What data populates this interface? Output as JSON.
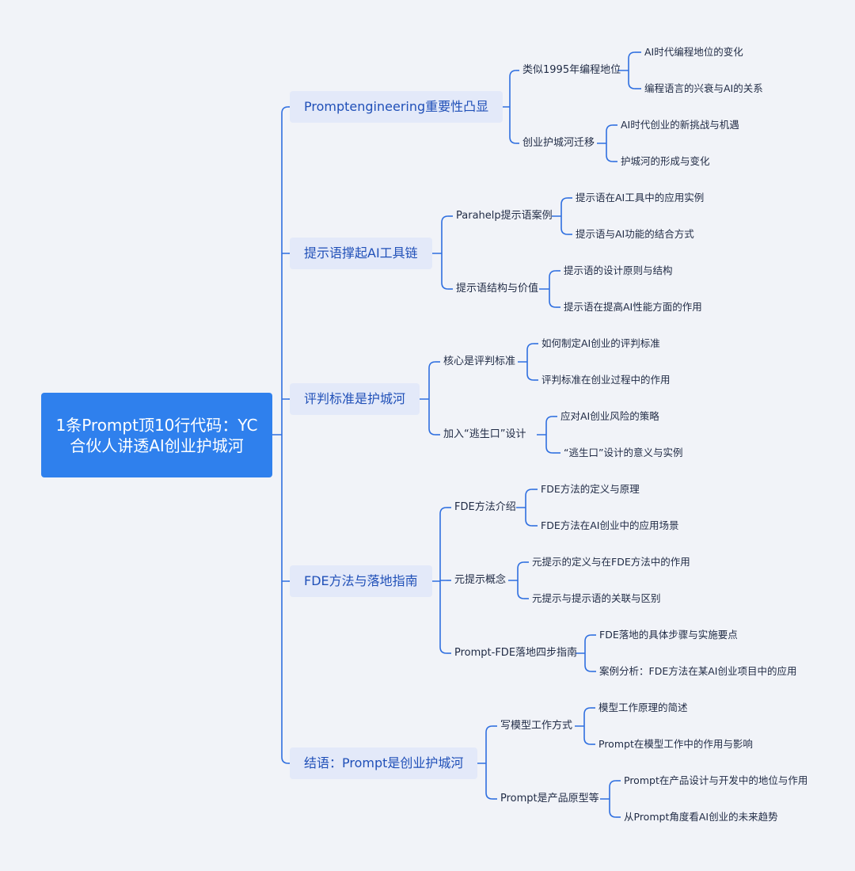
{
  "mindmap": {
    "root": "1条Prompt顶10行代码：YC合伙人讲透AI创业护城河",
    "branches": [
      {
        "label": "Promptengineering重要性凸显",
        "children": [
          {
            "label": "类似1995年编程地位",
            "children": [
              "AI时代编程地位的变化",
              "编程语言的兴衰与AI的关系"
            ]
          },
          {
            "label": "创业护城河迁移",
            "children": [
              "AI时代创业的新挑战与机遇",
              "护城河的形成与变化"
            ]
          }
        ]
      },
      {
        "label": "提示语撑起AI工具链",
        "children": [
          {
            "label": "Parahelp提示语案例",
            "children": [
              "提示语在AI工具中的应用实例",
              "提示语与AI功能的结合方式"
            ]
          },
          {
            "label": "提示语结构与价值",
            "children": [
              "提示语的设计原则与结构",
              "提示语在提高AI性能方面的作用"
            ]
          }
        ]
      },
      {
        "label": "评判标准是护城河",
        "children": [
          {
            "label": "核心是评判标准",
            "children": [
              "如何制定AI创业的评判标准",
              "评判标准在创业过程中的作用"
            ]
          },
          {
            "label": "加入“逃生口”设计",
            "children": [
              "应对AI创业风险的策略",
              "“逃生口”设计的意义与实例"
            ]
          }
        ]
      },
      {
        "label": "FDE方法与落地指南",
        "children": [
          {
            "label": "FDE方法介绍",
            "children": [
              "FDE方法的定义与原理",
              "FDE方法在AI创业中的应用场景"
            ]
          },
          {
            "label": "元提示概念",
            "children": [
              "元提示的定义与在FDE方法中的作用",
              "元提示与提示语的关联与区别"
            ]
          },
          {
            "label": "Prompt-FDE落地四步指南",
            "children": [
              "FDE落地的具体步骤与实施要点",
              "案例分析：FDE方法在某AI创业项目中的应用"
            ]
          }
        ]
      },
      {
        "label": "结语：Prompt是创业护城河",
        "children": [
          {
            "label": "写模型工作方式",
            "children": [
              "模型工作原理的简述",
              "Prompt在模型工作中的作用与影响"
            ]
          },
          {
            "label": "Prompt是产品原型等",
            "children": [
              "Prompt在产品设计与开发中的地位与作用",
              "从Prompt角度看AI创业的未来趋势"
            ]
          }
        ]
      }
    ]
  },
  "colors": {
    "background": "#f1f3f8",
    "root": "#2f80ed",
    "branch_fill": "#e3e9f9",
    "branch_text": "#2050b8",
    "line": "#2f6fe0"
  }
}
